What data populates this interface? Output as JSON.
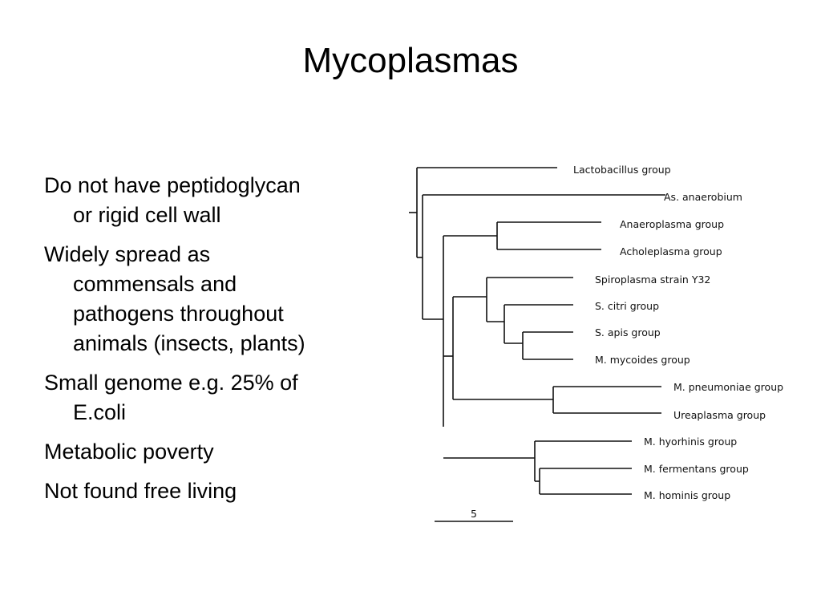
{
  "slide": {
    "title": "Mycoplasmas",
    "bullets": [
      "Do not have peptidoglycan\nor rigid cell wall",
      "Widely spread as\ncommensals and\npathogens throughout\nanimals (insects, plants)",
      "Small genome e.g. 25% of\nE.coli",
      "Metabolic poverty",
      "Not found free living"
    ]
  },
  "tree": {
    "taxa": [
      "Lactobacillus group",
      "As. anaerobium",
      "Anaeroplasma group",
      "Acholeplasma group",
      "Spiroplasma strain Y32",
      "S. citri group",
      "S. apis group",
      "M. mycoides group",
      "M. pneumoniae group",
      "Ureaplasma group",
      "M. hyorhinis group",
      "M. fermentans group",
      "M. hominis group"
    ],
    "scale_label": "5"
  }
}
